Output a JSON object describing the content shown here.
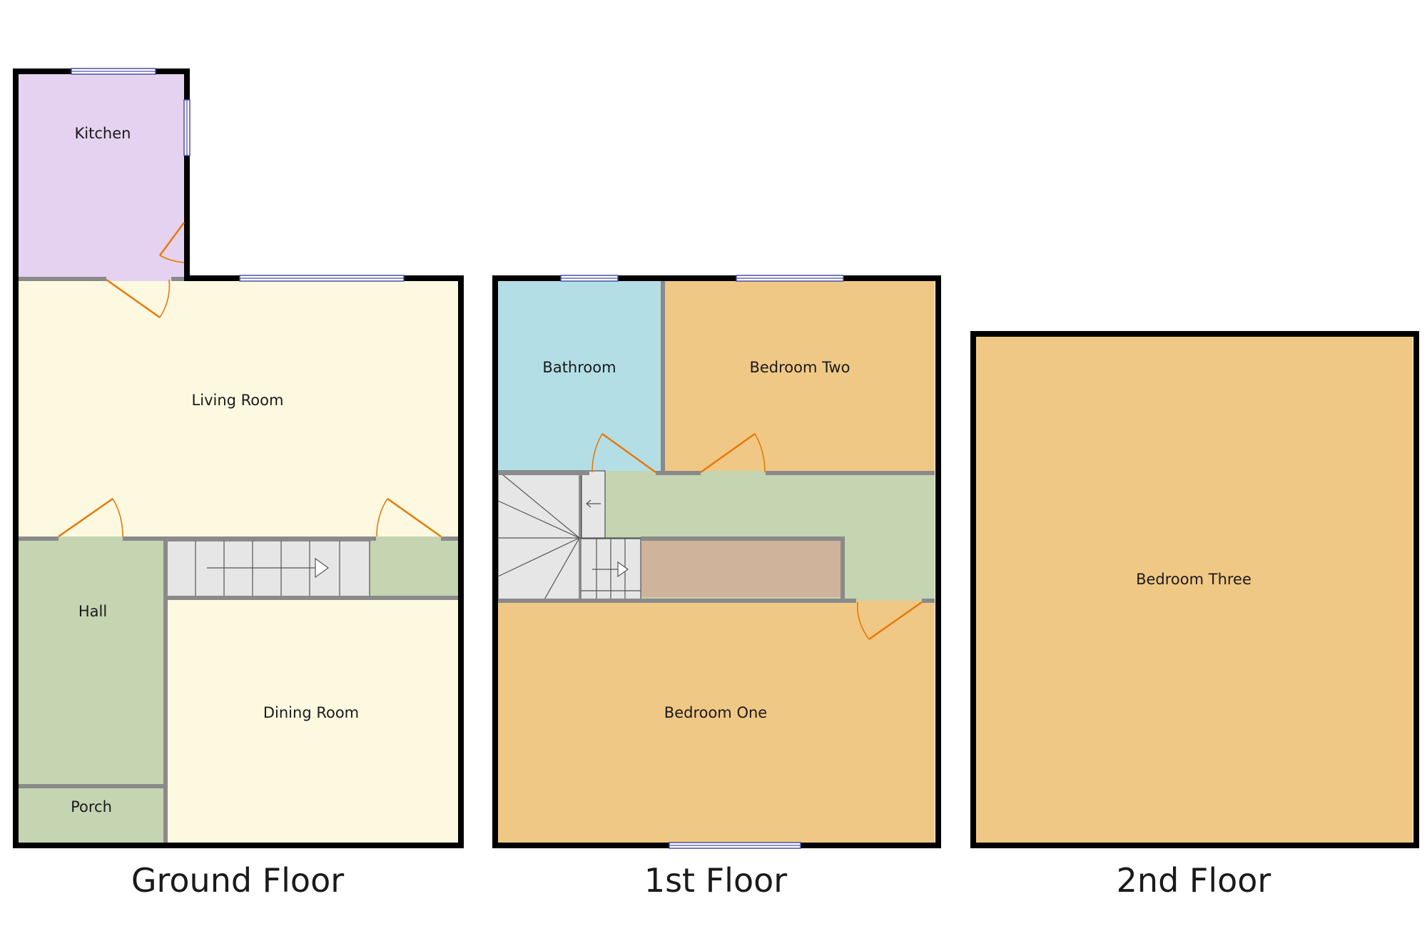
{
  "ground_floor": {
    "title": "Ground Floor",
    "rooms": {
      "kitchen": "Kitchen",
      "living_room": "Living Room",
      "hall": "Hall",
      "dining_room": "Dining Room",
      "porch": "Porch"
    }
  },
  "first_floor": {
    "title": "1st Floor",
    "rooms": {
      "bathroom": "Bathroom",
      "bedroom_two": "Bedroom Two",
      "bedroom_one": "Bedroom One"
    }
  },
  "second_floor": {
    "title": "2nd Floor",
    "rooms": {
      "bedroom_three": "Bedroom Three"
    }
  },
  "colors": {
    "kitchen": "#e4d2f0",
    "living": "#fdf9e1",
    "hall": "#c5d4b1",
    "bathroom": "#b4dee6",
    "bedroom": "#f0c885",
    "cupboard": "#cfb39b",
    "door": "#e8780a",
    "window": "#4a4fa8"
  }
}
